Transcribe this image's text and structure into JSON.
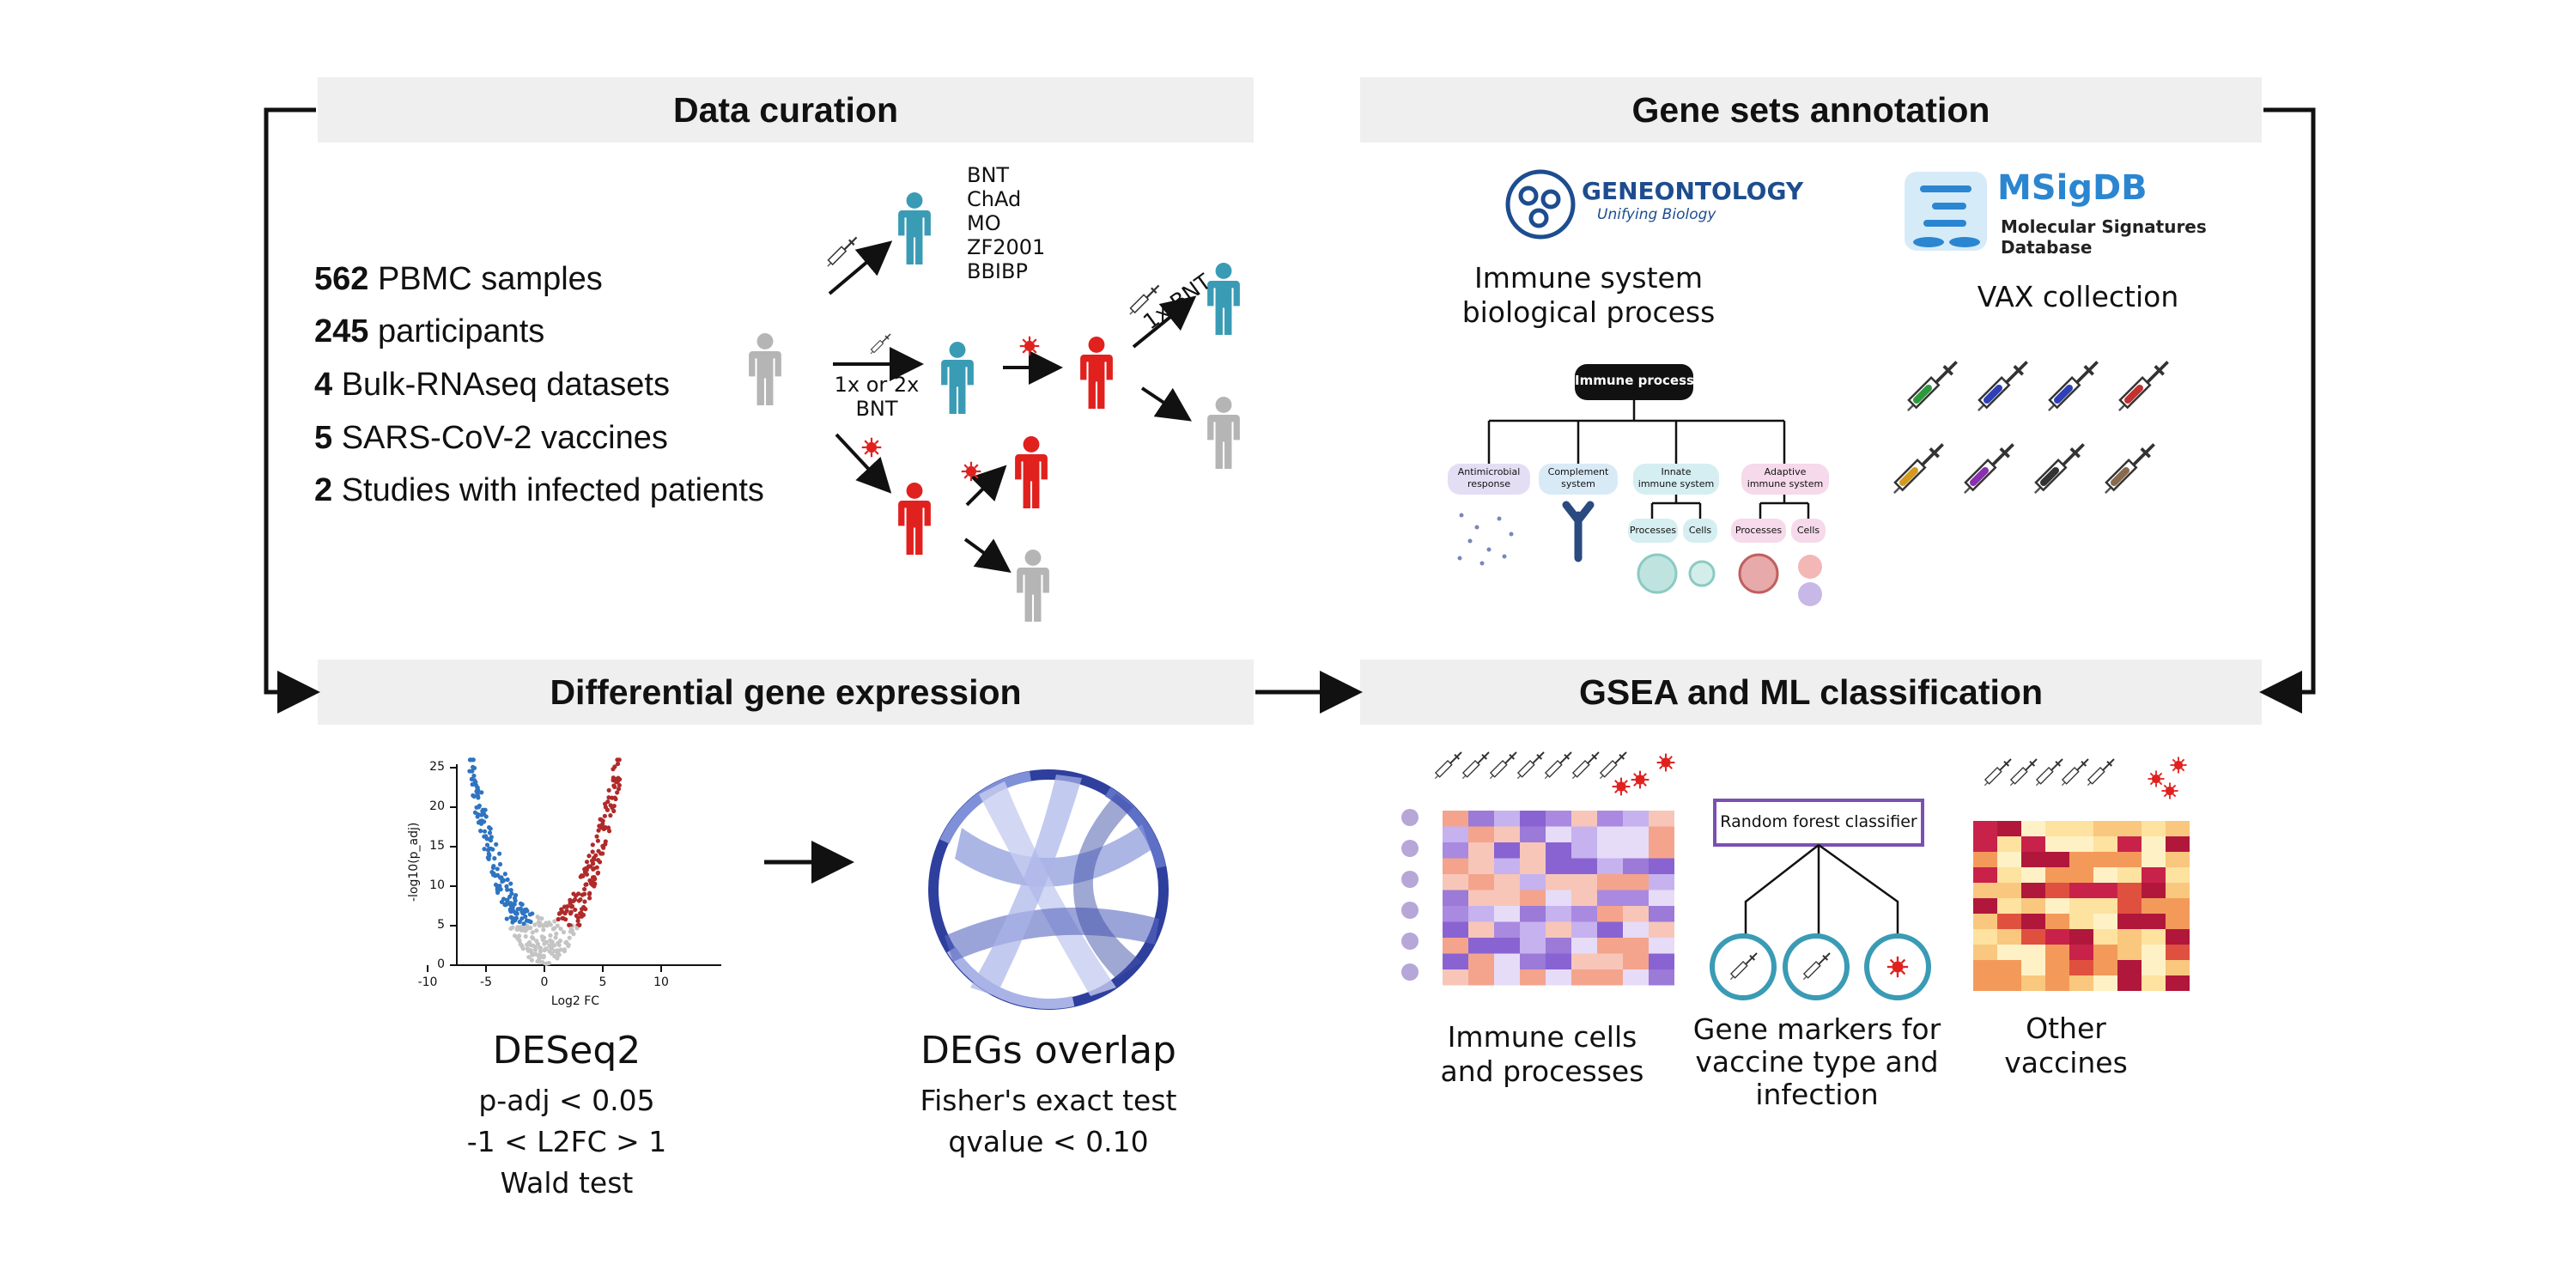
{
  "panels": {
    "data_curation": "Data curation",
    "gene_sets": "Gene sets annotation",
    "deg": "Differential gene expression",
    "gsea": "GSEA and ML classification"
  },
  "stats": [
    {
      "num": "562",
      "text": " PBMC samples"
    },
    {
      "num": "245",
      "text": " participants"
    },
    {
      "num": "4",
      "text": " Bulk-RNAseq datasets"
    },
    {
      "num": "5",
      "text": " SARS-CoV-2 vaccines"
    },
    {
      "num": "2",
      "text": " Studies with infected patients"
    }
  ],
  "vaccine_list": [
    "BNT",
    "ChAd",
    "MO",
    "ZF2001",
    "BBIBP"
  ],
  "dose_label_1": "1x or 2x",
  "dose_label_2": "BNT",
  "booster_label": "1x BNT",
  "gene_ontology": {
    "logo_main": "GENEONTOLOGY",
    "logo_sub": "Unifying Biology",
    "caption_1": "Immune system",
    "caption_2": "biological process"
  },
  "msigdb": {
    "logo_main": "MSigDB",
    "logo_sub_1": "Molecular Signatures",
    "logo_sub_2": "Database",
    "caption": "VAX collection"
  },
  "tree": {
    "root": "Immune process",
    "antimicrobial_1": "Antimicrobial",
    "antimicrobial_2": "response",
    "complement_1": "Complement",
    "complement_2": "system",
    "innate_1": "Innate",
    "innate_2": "immune system",
    "adaptive_1": "Adaptive",
    "adaptive_2": "immune system",
    "processes": "Processes",
    "cells": "Cells"
  },
  "volcano": {
    "ylabel": "-log10(p_adj)",
    "xlabel": "Log2 FC",
    "yticks": [
      "0",
      "5",
      "10",
      "15",
      "20",
      "25"
    ],
    "xticks": [
      "-10",
      "-5",
      "0",
      "5",
      "10"
    ]
  },
  "deseq": {
    "title": "DESeq2",
    "line1": "p-adj < 0.05",
    "line2": "-1 < L2FC > 1",
    "line3": "Wald test"
  },
  "overlap": {
    "title": "DEGs overlap",
    "line1": "Fisher's exact test",
    "line2": "qvalue < 0.10"
  },
  "rf_label": "Random forest classifier",
  "captions": {
    "immune_1": "Immune cells",
    "immune_2": "and processes",
    "markers_1": "Gene markers for",
    "markers_2": "vaccine type and",
    "markers_3": "infection",
    "other_1": "Other",
    "other_2": "vaccines"
  },
  "colors": {
    "vaccinated": "#3a9bb5",
    "infected": "#e0211e",
    "naive": "#b5b5b5",
    "heat_purple": "#8a63d2",
    "heat_red": "#c9224a"
  }
}
